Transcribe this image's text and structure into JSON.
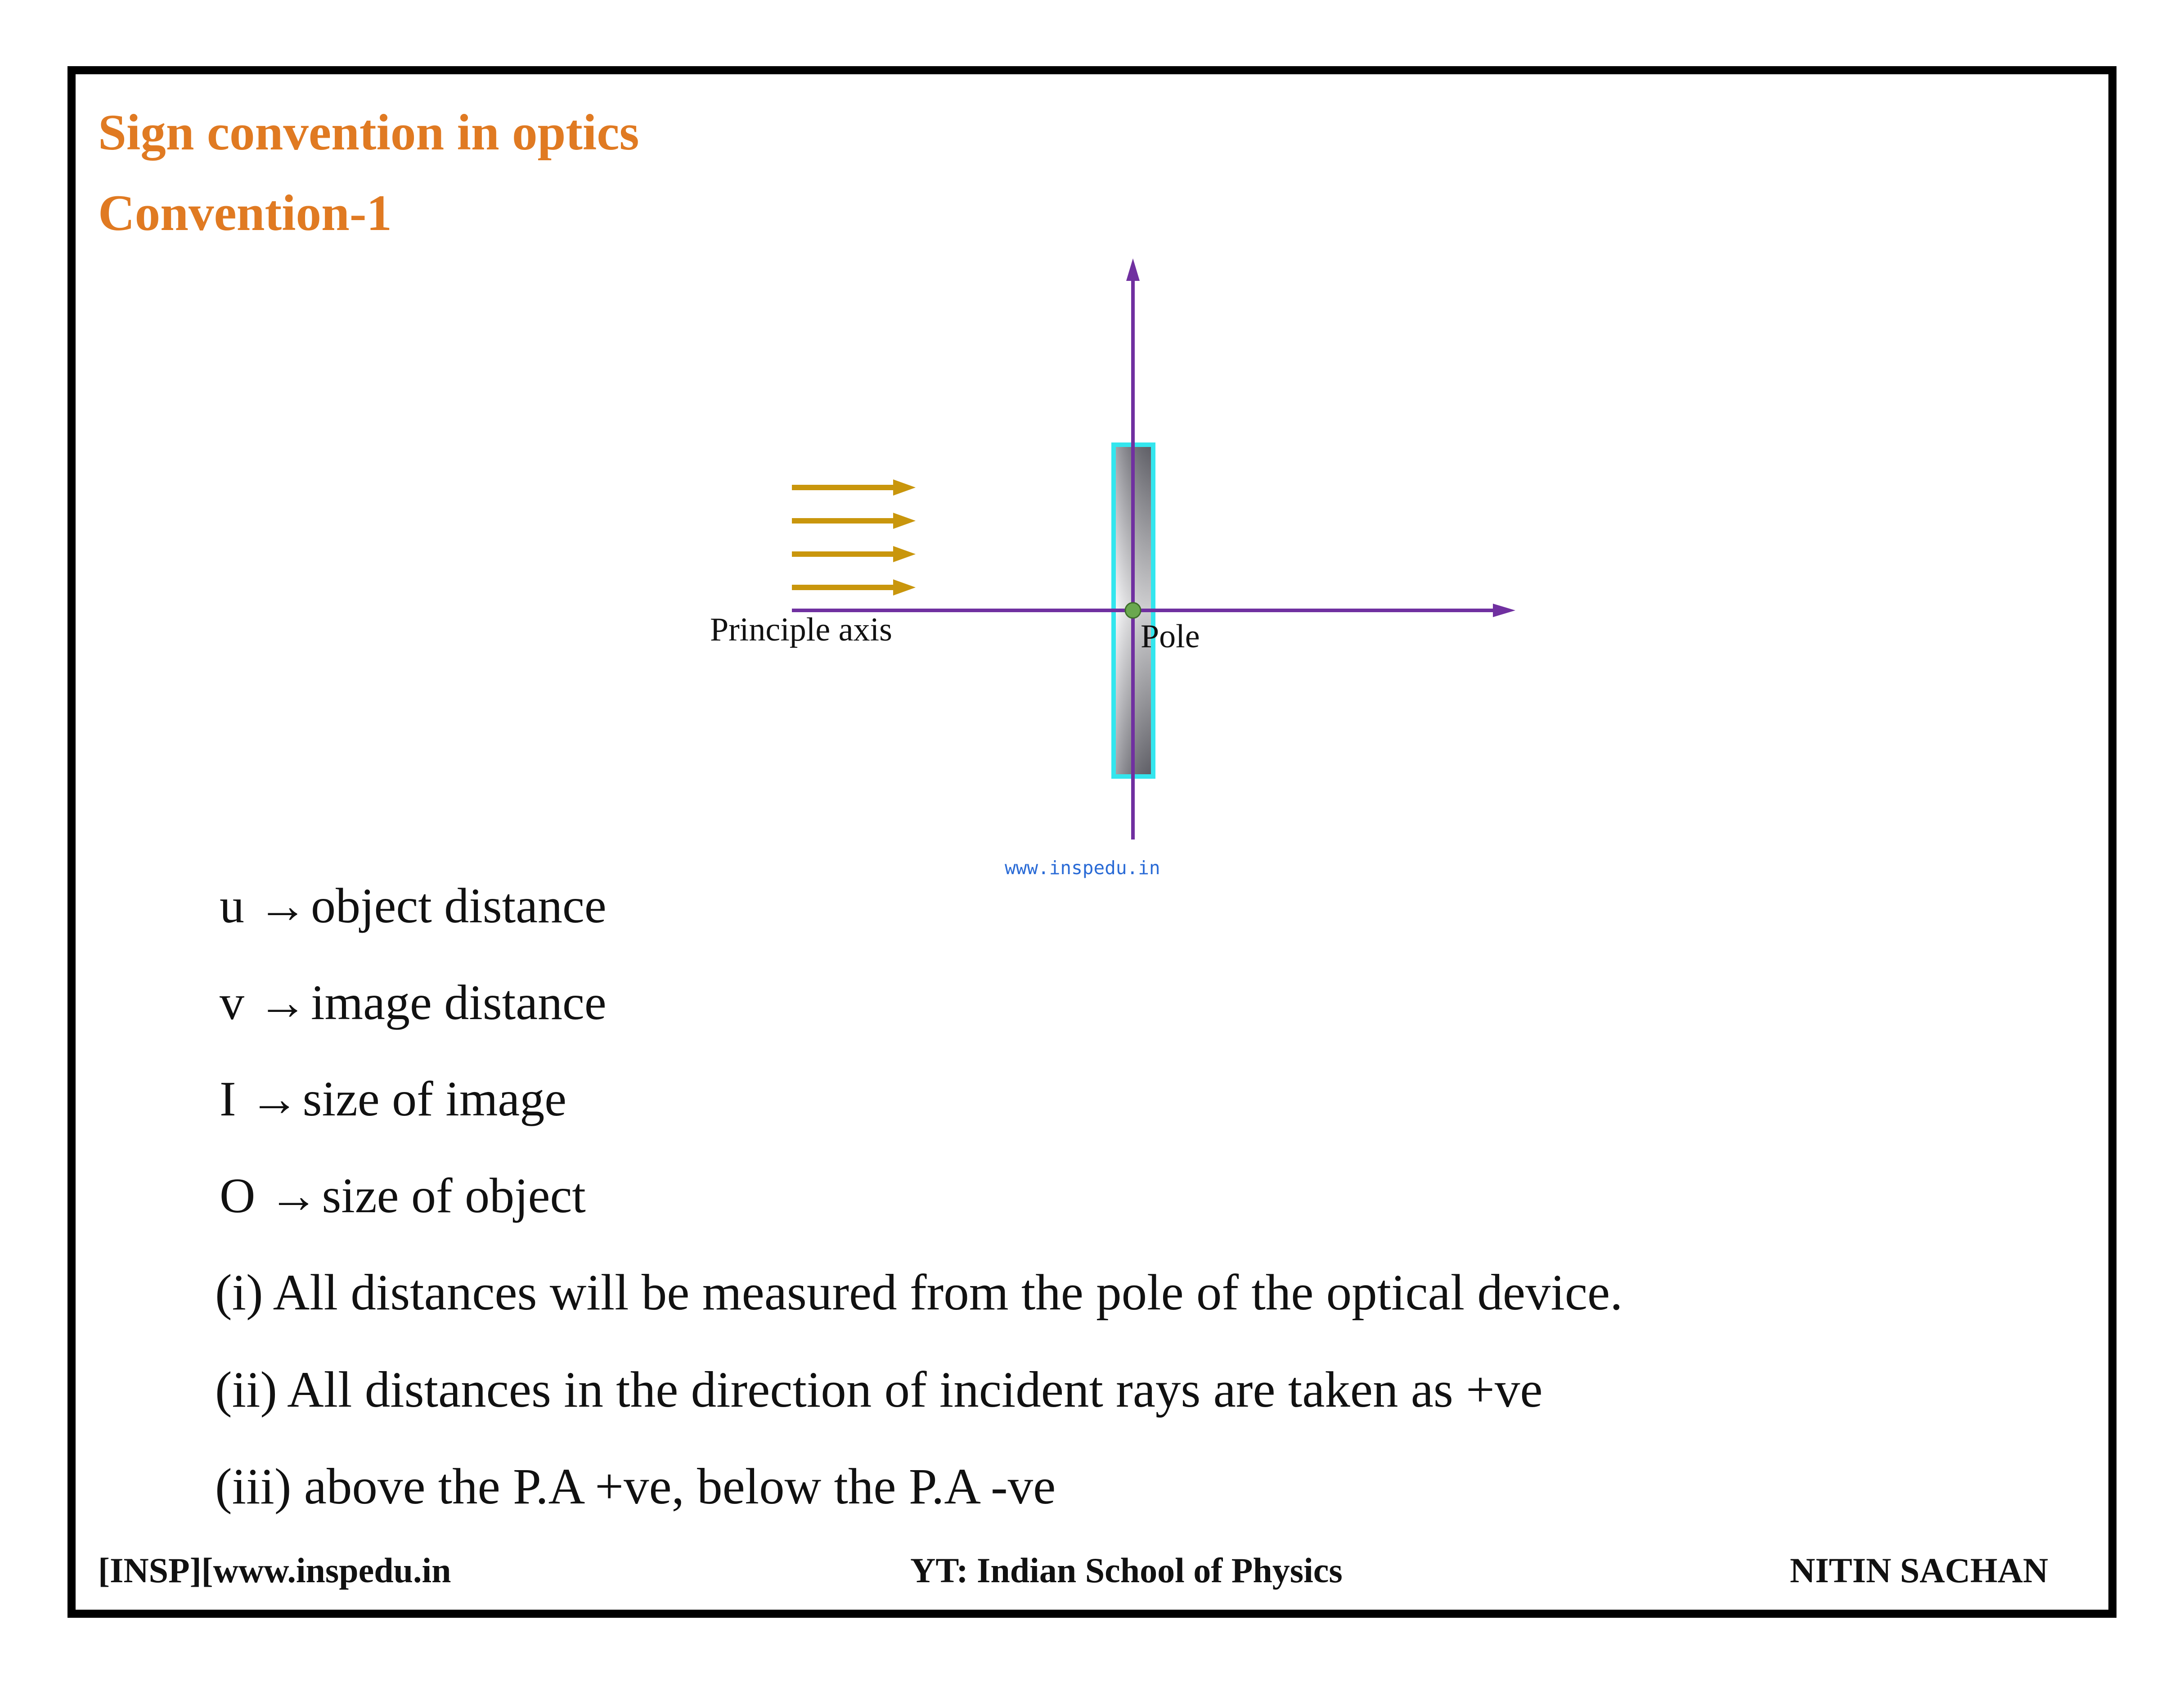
{
  "slide": {
    "title": "Sign convention in optics",
    "subtitle": "Convention-1"
  },
  "diagram": {
    "principle_axis_label": "Principle axis",
    "pole_label": "Pole",
    "watermark": "www.inspedu.in",
    "colors": {
      "axis": "#7030a0",
      "rays": "#c9960c",
      "lens_border": "#33e6ee",
      "lens_dark": "#6f6f78",
      "lens_light": "#f4f4f6",
      "pole_dot": "#6aa84f"
    }
  },
  "definitions": [
    {
      "symbol": "u",
      "arrow": "→",
      "text": "object distance"
    },
    {
      "symbol": "v",
      "arrow": "→",
      "text": "image distance"
    },
    {
      "symbol": "I",
      "arrow": "→",
      "text": "size of image"
    },
    {
      "symbol": "O",
      "arrow": "→",
      "text": "size of object"
    }
  ],
  "rules": [
    "(i) All distances will be measured from the pole of the optical device.",
    "(ii) All distances in the direction of incident rays are taken as +ve",
    "(iii) above the P.A +ve, below the P.A -ve"
  ],
  "footer": {
    "left": "[INSP][www.inspedu.in",
    "center": "YT: Indian School of Physics",
    "right": "NITIN SACHAN"
  },
  "colors": {
    "heading": "#e07a22",
    "frame": "#000000",
    "watermark": "#2a6bd6"
  }
}
